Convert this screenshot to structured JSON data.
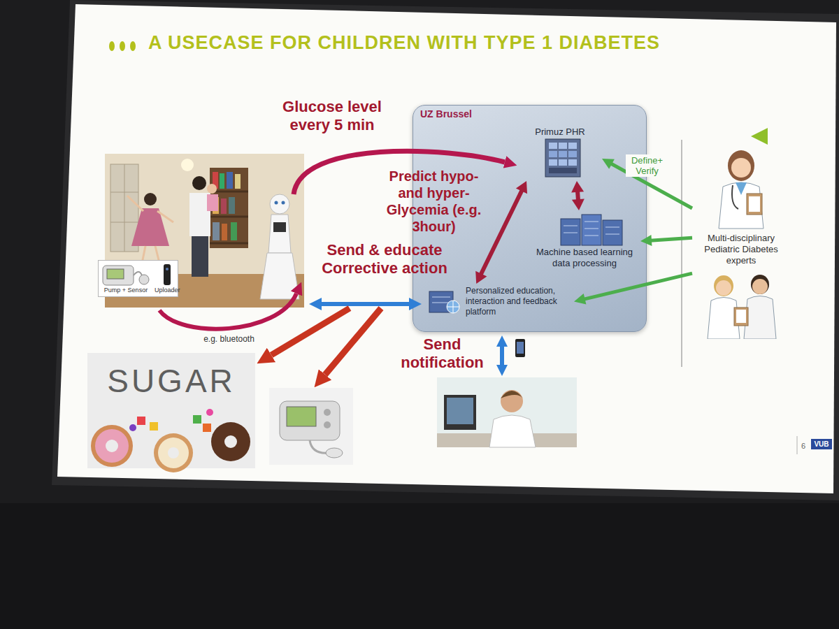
{
  "diagram": {
    "title": "A USECASE FOR CHILDREN WITH TYPE 1 DIABETES",
    "nodes": [
      {
        "text": [
          "Pump + Sensor",
          "Uploader"
        ]
      },
      {
        "text": [
          "UZ Brussel"
        ]
      },
      {
        "text": [
          "Primuz PHR"
        ],
        "in": 1
      },
      {
        "text": [
          "Machine based learning data processing"
        ],
        "in": 1
      },
      {
        "text": [
          "Personalized education, interaction and feedback platform"
        ],
        "in": 1
      },
      {
        "text": [
          "Multi-disciplinary Pediatric Diabetes experts"
        ]
      }
    ],
    "edges": [
      {
        "from": 2,
        "to": 3,
        "arrow": "both"
      },
      {
        "from": 2,
        "to": 4,
        "arrow": "both"
      },
      {
        "from": 5,
        "to": 2,
        "arrow": "to",
        "label": "Define+ Verify"
      },
      {
        "from": 5,
        "to": 3,
        "arrow": "to"
      },
      {
        "from": 5,
        "to": 4,
        "arrow": "to"
      }
    ],
    "labels": [
      "Glucose level every 5 min",
      "Predict hypo- and hyper- Glycemia (e.g. 3hour)",
      "Send & educate Corrective action",
      "e.g. bluetooth",
      "Send notification",
      "SUGAR",
      "6",
      "VUB"
    ]
  }
}
